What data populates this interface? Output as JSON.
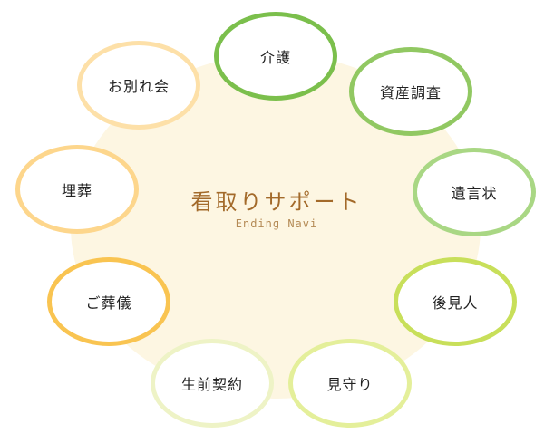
{
  "center": {
    "title": "看取りサポート",
    "subtitle": "Ending Navi"
  },
  "items": [
    {
      "key": "kaigo",
      "label": "介護",
      "color": "#7bbf4c"
    },
    {
      "key": "shisan",
      "label": "資産調査",
      "color": "#91c862"
    },
    {
      "key": "yuigon",
      "label": "遺言状",
      "color": "#a9d784"
    },
    {
      "key": "kouken",
      "label": "後見人",
      "color": "#c8df5a"
    },
    {
      "key": "mimamori",
      "label": "見守り",
      "color": "#e4ef9a"
    },
    {
      "key": "seizen",
      "label": "生前契約",
      "color": "#eef3c6"
    },
    {
      "key": "sougi",
      "label": "ご葬儀",
      "color": "#f9c451"
    },
    {
      "key": "maisou",
      "label": "埋葬",
      "color": "#fdd68c"
    },
    {
      "key": "owakare",
      "label": "お別れ会",
      "color": "#fde0a8"
    }
  ]
}
